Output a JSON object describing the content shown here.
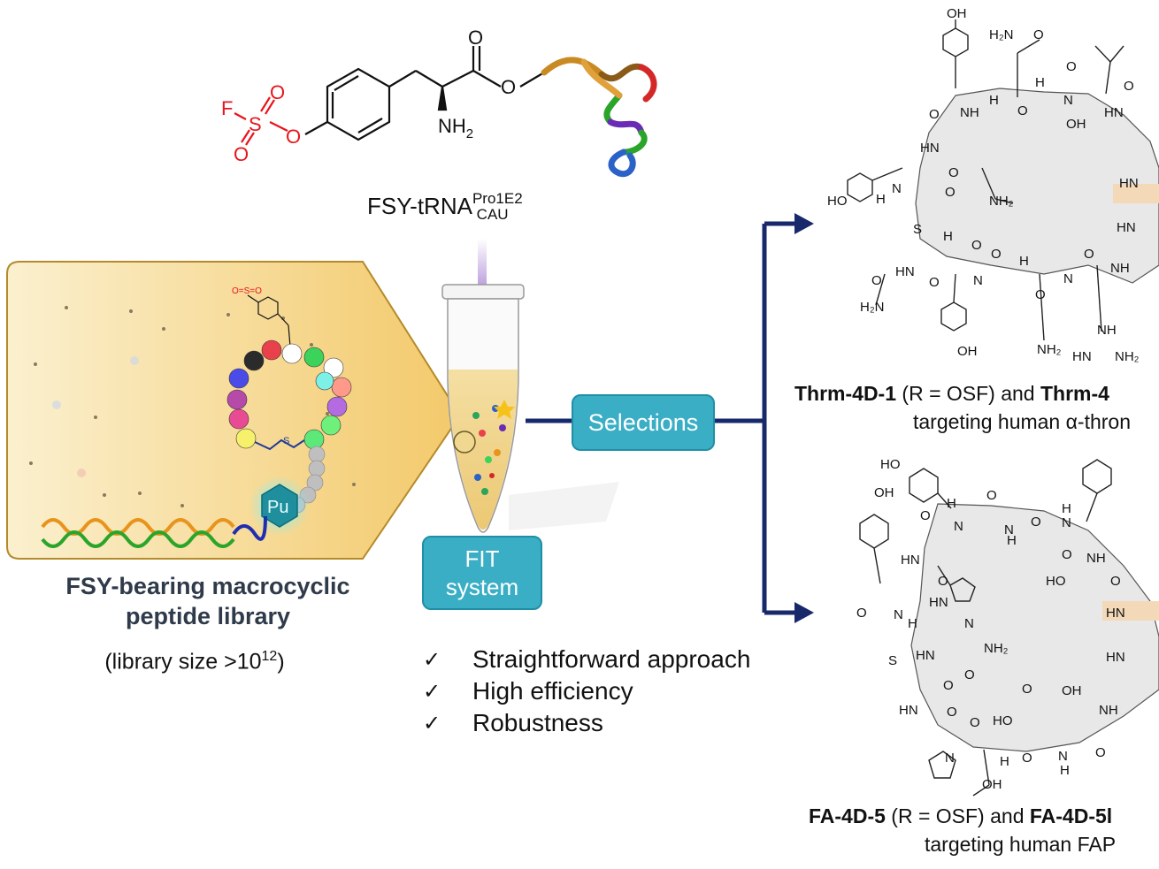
{
  "top_reagent": {
    "fluoro": "F",
    "sulfur": "S",
    "oxygen": "O",
    "amine_base": "NH",
    "amine_sub": "2",
    "label_main": "FSY-tRNA",
    "label_sup": "Pro1E2",
    "label_sub": "CAU"
  },
  "library_panel": {
    "pu_label": "Pu",
    "title_line1": "FSY-bearing macrocyclic",
    "title_line2": "peptide library",
    "size_prefix": "(library size >10",
    "size_exp": "12",
    "size_suffix": ")"
  },
  "center": {
    "fit_line1": "FIT",
    "fit_line2": "system",
    "selections": "Selections",
    "advantages": [
      "Straightforward approach",
      "High efficiency",
      "Robustness"
    ],
    "check_symbol": "✓"
  },
  "products": [
    {
      "name_bold1": "Thrm-4D-1",
      "name_mid": " (R = OSF) and ",
      "name_bold2": "Thrm-4",
      "target": "targeting human α-thron"
    },
    {
      "name_bold1": "FA-4D-5",
      "name_mid": " (R = OSF) and ",
      "name_bold2": "FA-4D-5l",
      "target": "targeting human FAP"
    }
  ],
  "colors": {
    "navy": "#17296b",
    "teal_box": "#3aaec4",
    "purple_arrow": "#6a2bb5",
    "library_bg": "#f6d27a",
    "macrocycle_fill": "#e8e8e8",
    "highlight": "#f3d9b8"
  }
}
